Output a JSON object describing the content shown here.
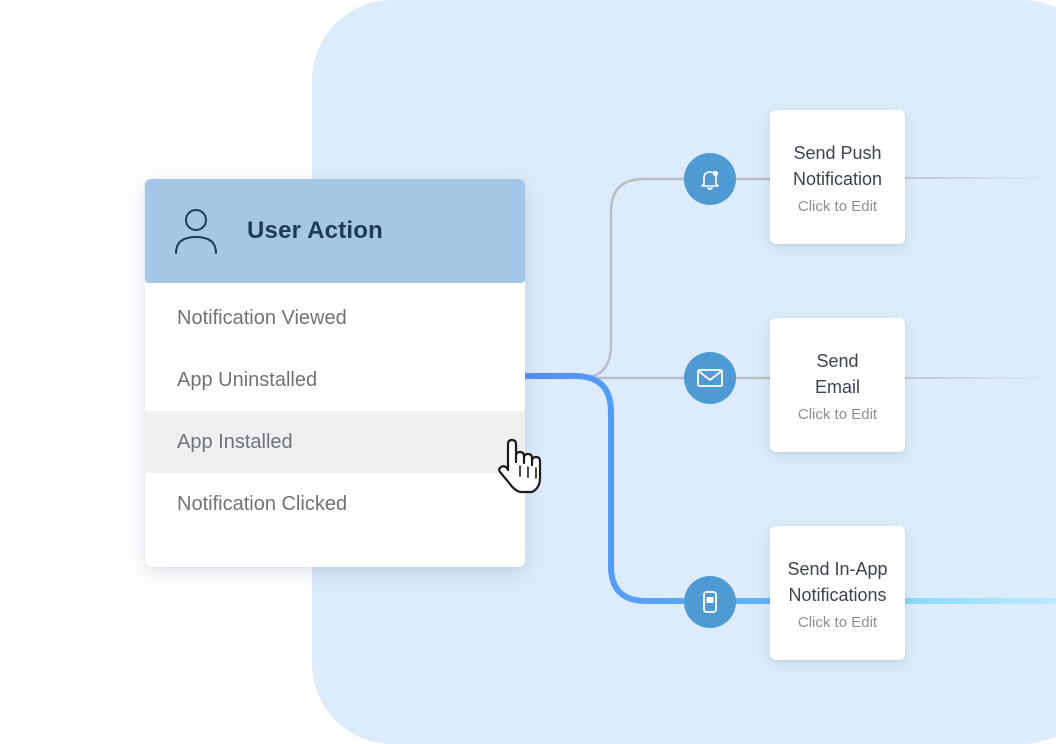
{
  "user_action": {
    "title": "User Action",
    "items": [
      {
        "label": "Notification Viewed",
        "selected": false
      },
      {
        "label": "App Uninstalled",
        "selected": false
      },
      {
        "label": "App Installed",
        "selected": true
      },
      {
        "label": "Notification Clicked",
        "selected": false
      }
    ]
  },
  "steps": [
    {
      "title": "Send Push\nNotification",
      "subtitle": "Click to Edit",
      "icon": "bell-icon"
    },
    {
      "title": "Send\nEmail",
      "subtitle": "Click to Edit",
      "icon": "envelope-icon"
    },
    {
      "title": "Send In-App\nNotifications",
      "subtitle": "Click to Edit",
      "icon": "phone-icon"
    }
  ],
  "colors": {
    "canvas_background": "#dcecfa",
    "header_background": "#a3c7e4",
    "node_blue": "#4f9ad2",
    "active_path_start": "#4f8ef7",
    "active_path_end": "#7fd6fb",
    "inactive_path": "#b9bfc6"
  }
}
